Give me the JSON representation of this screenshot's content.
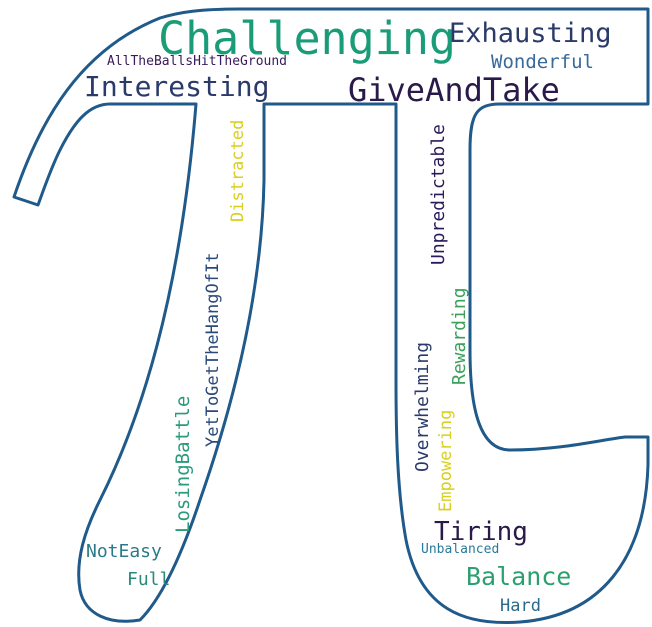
{
  "outline_color": "#1f5a8a",
  "words": [
    {
      "id": "challenging",
      "text": "Challenging",
      "color": "#1a9c78"
    },
    {
      "id": "exhausting",
      "text": "Exhausting",
      "color": "#2a3a6a"
    },
    {
      "id": "wonderful",
      "text": "Wonderful",
      "color": "#3a6a9a"
    },
    {
      "id": "alltheballs",
      "text": "AllTheBallsHitTheGround",
      "color": "#3a1a5a"
    },
    {
      "id": "interesting",
      "text": "Interesting",
      "color": "#2a3a6a"
    },
    {
      "id": "giveandtake",
      "text": "GiveAndTake",
      "color": "#2a1a4a"
    },
    {
      "id": "distracted",
      "text": "Distracted",
      "color": "#d8d020"
    },
    {
      "id": "yettoget",
      "text": "YetToGetTheHangOfIt",
      "color": "#2a4a7a"
    },
    {
      "id": "losingbattle",
      "text": "LosingBattle",
      "color": "#2a9a7a"
    },
    {
      "id": "noteasy",
      "text": "NotEasy",
      "color": "#2a7a8a"
    },
    {
      "id": "full",
      "text": "Full",
      "color": "#2a8a7a"
    },
    {
      "id": "unpredictable",
      "text": "Unpredictable",
      "color": "#2a1a5a"
    },
    {
      "id": "rewarding",
      "text": "Rewarding",
      "color": "#3aa05a"
    },
    {
      "id": "overwhelming",
      "text": "Overwhelming",
      "color": "#2a3a6a"
    },
    {
      "id": "empowering",
      "text": "Empowering",
      "color": "#d8d020"
    },
    {
      "id": "tiring",
      "text": "Tiring",
      "color": "#2a1a4a"
    },
    {
      "id": "unbalanced",
      "text": "Unbalanced",
      "color": "#2a7a9a"
    },
    {
      "id": "balance",
      "text": "Balance",
      "color": "#2aa070"
    },
    {
      "id": "hard",
      "text": "Hard",
      "color": "#2a6a8a"
    }
  ]
}
